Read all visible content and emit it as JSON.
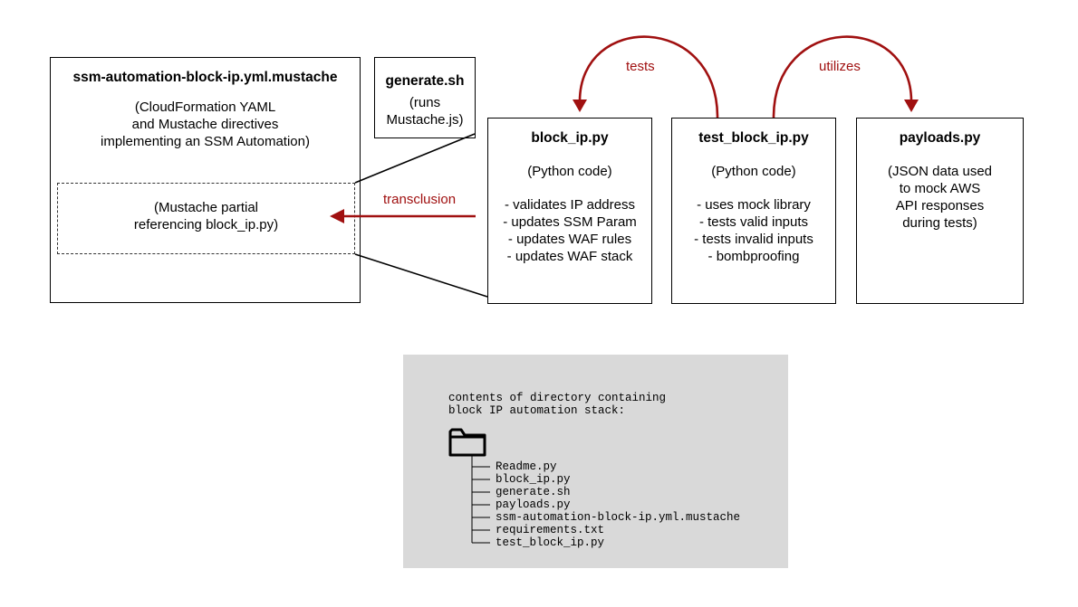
{
  "colors": {
    "accent": "#a01010",
    "panel_bg": "#d9d9d9"
  },
  "boxes": {
    "mustache_template": {
      "title": "ssm-automation-block-ip.yml.mustache",
      "body": "(CloudFormation YAML\nand Mustache directives\nimplementing an SSM Automation)",
      "partial": "(Mustache partial\nreferencing block_ip.py)"
    },
    "generate": {
      "title": "generate.sh",
      "body": "(runs\nMustache.js)"
    },
    "block_ip": {
      "title": "block_ip.py",
      "subtitle": "(Python code)",
      "bullets": "- validates IP address\n- updates SSM Param\n- updates WAF rules\n- updates WAF stack"
    },
    "test_block_ip": {
      "title": "test_block_ip.py",
      "subtitle": "(Python code)",
      "bullets": "- uses mock library\n- tests valid inputs\n- tests invalid inputs\n- bombproofing"
    },
    "payloads": {
      "title": "payloads.py",
      "body": "(JSON data used\nto mock AWS\nAPI responses\nduring tests)"
    }
  },
  "arrows": {
    "tests": "tests",
    "utilizes": "utilizes",
    "transclusion": "transclusion"
  },
  "directory": {
    "caption": "contents of directory containing\nblock IP automation stack:",
    "folder_icon": "folder-icon",
    "files": [
      "Readme.py",
      "block_ip.py",
      "generate.sh",
      "payloads.py",
      "ssm-automation-block-ip.yml.mustache",
      "requirements.txt",
      "test_block_ip.py"
    ]
  }
}
